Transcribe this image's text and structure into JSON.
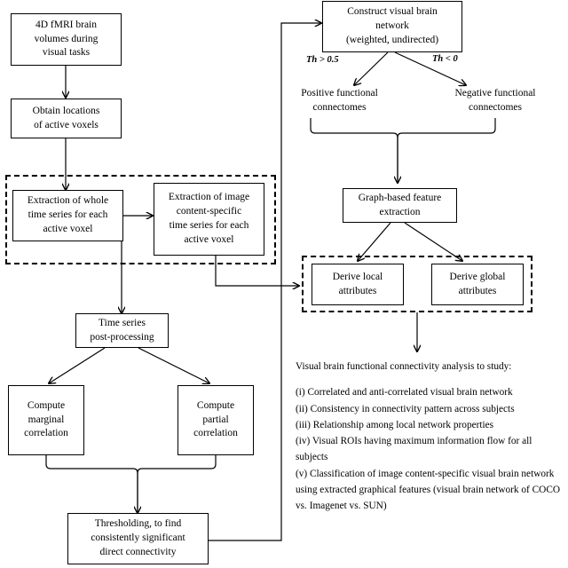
{
  "diagram": {
    "title": "Visual brain functional connectivity analysis pipeline",
    "type": "flowchart",
    "colors": {
      "stroke": "#000000",
      "background": "#ffffff",
      "text": "#000000"
    }
  },
  "nodes": {
    "fmri_volumes": "4D fMRI brain volumes during visual tasks",
    "obtain_locations": "Obtain locations of active voxels",
    "extract_whole": "Extraction of whole time series for each active voxel",
    "extract_content": "Extraction of image content-specific time series for each active voxel",
    "time_series_post": "Time series post-processing",
    "compute_marginal": "Compute marginal correlation",
    "compute_partial": "Compute partial correlation",
    "thresholding": "Thresholding, to find consistently significant direct connectivity",
    "construct_network": "Construct visual brain network (weighted, undirected)",
    "positive_connectomes": "Positive functional connectomes",
    "negative_connectomes": "Negative functional connectomes",
    "graph_features": "Graph-based feature extraction",
    "derive_local": "Derive local attributes",
    "derive_global": "Derive global attributes"
  },
  "node_lines": {
    "fmri_volumes": [
      "4D fMRI brain",
      "volumes during",
      "visual tasks"
    ],
    "obtain_locations": [
      "Obtain locations",
      "of active voxels"
    ],
    "extract_whole": [
      "Extraction of whole",
      "time series for each",
      "active voxel"
    ],
    "extract_content": [
      "Extraction of image",
      "content-specific",
      "time series for each",
      "active voxel"
    ],
    "time_series_post": [
      "Time series",
      "post-processing"
    ],
    "compute_marginal": [
      "Compute",
      "marginal",
      "correlation"
    ],
    "compute_partial": [
      "Compute",
      "partial",
      "correlation"
    ],
    "thresholding": [
      "Thresholding, to find",
      "consistently significant",
      "direct connectivity"
    ],
    "construct_network": [
      "Construct visual brain",
      "network",
      "(weighted, undirected)"
    ],
    "positive_connectomes": [
      "Positive functional",
      "connectomes"
    ],
    "negative_connectomes": [
      "Negative functional",
      "connectomes"
    ],
    "graph_features": [
      "Graph-based  feature",
      "extraction"
    ],
    "derive_local": [
      "Derive  local",
      "attributes"
    ],
    "derive_global": [
      "Derive global",
      "attributes"
    ]
  },
  "edge_labels": {
    "threshold_positive": "Th > 0.5",
    "threshold_negative": "Th < 0"
  },
  "analysis_panel": {
    "heading": "Visual brain functional connectivity analysis to study:",
    "items": [
      "(i) Correlated and anti-correlated  visual brain network",
      "(ii) Consistency in connectivity pattern across subjects",
      "(iii) Relationship among local network properties",
      "(iv) Visual ROIs having maximum information flow for all subjects",
      "(v) Classification of image content-specific  visual brain network using extracted graphical features (visual brain network of COCO vs. Imagenet  vs. SUN)"
    ]
  },
  "groups": {
    "left_dashed_group": "image-content-extraction-group",
    "right_dashed_group": "attribute-derivation-group"
  }
}
